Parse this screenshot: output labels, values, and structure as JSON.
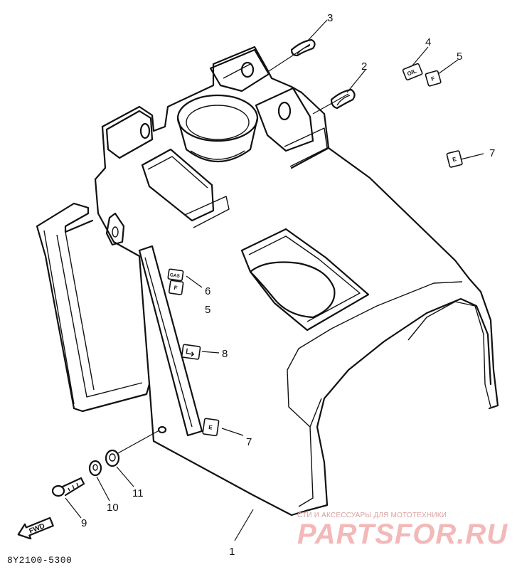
{
  "diagram": {
    "part_code": "8Y2100-5300",
    "fwd_label": "FWD",
    "callouts": [
      {
        "id": "c1",
        "label": "1"
      },
      {
        "id": "c2",
        "label": "2"
      },
      {
        "id": "c3",
        "label": "3"
      },
      {
        "id": "c4",
        "label": "4"
      },
      {
        "id": "c5a",
        "label": "5"
      },
      {
        "id": "c7a",
        "label": "7"
      },
      {
        "id": "c6",
        "label": "6"
      },
      {
        "id": "c5b",
        "label": "5"
      },
      {
        "id": "c8",
        "label": "8"
      },
      {
        "id": "c7b",
        "label": "7"
      },
      {
        "id": "c9",
        "label": "9"
      },
      {
        "id": "c10",
        "label": "10"
      },
      {
        "id": "c11",
        "label": "11"
      }
    ],
    "decals": {
      "oil": "OIL",
      "f": "F",
      "e": "E",
      "gas": "GAS"
    }
  },
  "watermark": {
    "tagline": "СТИ И АКСЕССУАРЫ ДЛЯ МОТОТЕХНИКИ",
    "brand": "PARTSFOR.RU"
  }
}
